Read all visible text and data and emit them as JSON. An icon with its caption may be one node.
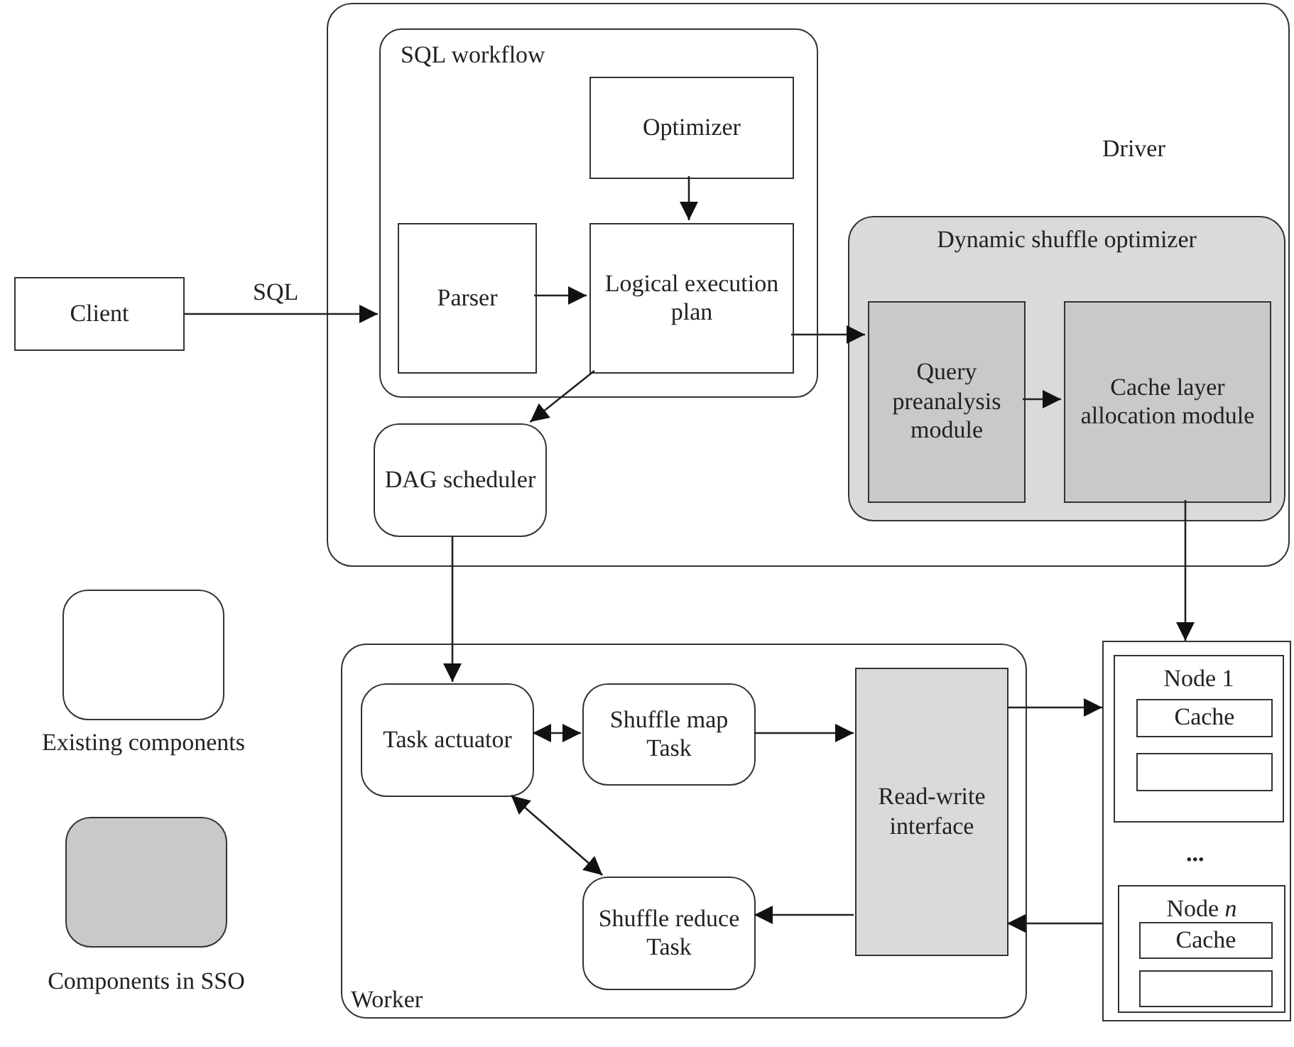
{
  "diagram": {
    "nodes": [
      {
        "text": [
          "Driver"
        ]
      },
      {
        "text": [
          "SQL workflow"
        ],
        "in": 0
      },
      {
        "text": [
          "Optimizer"
        ],
        "in": 1
      },
      {
        "text": [
          "Parser"
        ],
        "in": 1
      },
      {
        "text": [
          "Logical execution plan"
        ],
        "in": 1
      },
      {
        "text": [
          "DAG scheduler"
        ],
        "in": 0
      },
      {
        "text": [
          "Dynamic shuffle optimizer"
        ],
        "in": 0
      },
      {
        "text": [
          "Query preanalysis module"
        ],
        "in": 6
      },
      {
        "text": [
          "Cache layer allocation module"
        ],
        "in": 6
      },
      {
        "text": [
          "Client"
        ]
      },
      {
        "text": [
          "Worker"
        ]
      },
      {
        "text": [
          "Task actuator"
        ],
        "in": 10
      },
      {
        "text": [
          "Shuffle map Task"
        ],
        "in": 10
      },
      {
        "text": [
          "Read-write interface"
        ],
        "in": 10
      },
      {
        "text": [
          "Shuffle reduce Task"
        ],
        "in": 10
      },
      {
        "text": [],
        "shape": "box"
      },
      {
        "text": [
          "Node 1"
        ],
        "in": 15
      },
      {
        "text": [
          "Cache"
        ],
        "in": 16
      },
      {
        "text": [],
        "shape": "box",
        "in": 16
      },
      {
        "text": [
          "Node *n*"
        ],
        "in": 15
      },
      {
        "text": [
          "Cache"
        ],
        "in": 19
      },
      {
        "text": [],
        "shape": "box",
        "in": 19
      }
    ],
    "edges": [
      {
        "from": 9,
        "to": 1,
        "arrow": "to",
        "label": "SQL"
      },
      {
        "from": 2,
        "to": 4,
        "arrow": "to"
      },
      {
        "from": 3,
        "to": 4,
        "arrow": "to"
      },
      {
        "from": 4,
        "to": 5,
        "arrow": "to"
      },
      {
        "from": 4,
        "to": 7,
        "arrow": "to"
      },
      {
        "from": 7,
        "to": 8,
        "arrow": "to"
      },
      {
        "from": 8,
        "to": 15,
        "arrow": "to"
      },
      {
        "from": 5,
        "to": 11,
        "arrow": "to"
      },
      {
        "from": 11,
        "to": 12,
        "arrow": "both"
      },
      {
        "from": 11,
        "to": 14,
        "arrow": "both"
      },
      {
        "from": 12,
        "to": 13,
        "arrow": "to"
      },
      {
        "from": 13,
        "to": 15,
        "arrow": "to"
      },
      {
        "from": 15,
        "to": 13,
        "arrow": "to"
      },
      {
        "from": 13,
        "to": 14,
        "arrow": "to"
      }
    ],
    "labels": [
      "..."
    ],
    "legend": [
      {
        "text": "Existing components",
        "color": "#ffffff"
      },
      {
        "text": "Components in SSO",
        "color": "#c8c9cb"
      }
    ]
  }
}
